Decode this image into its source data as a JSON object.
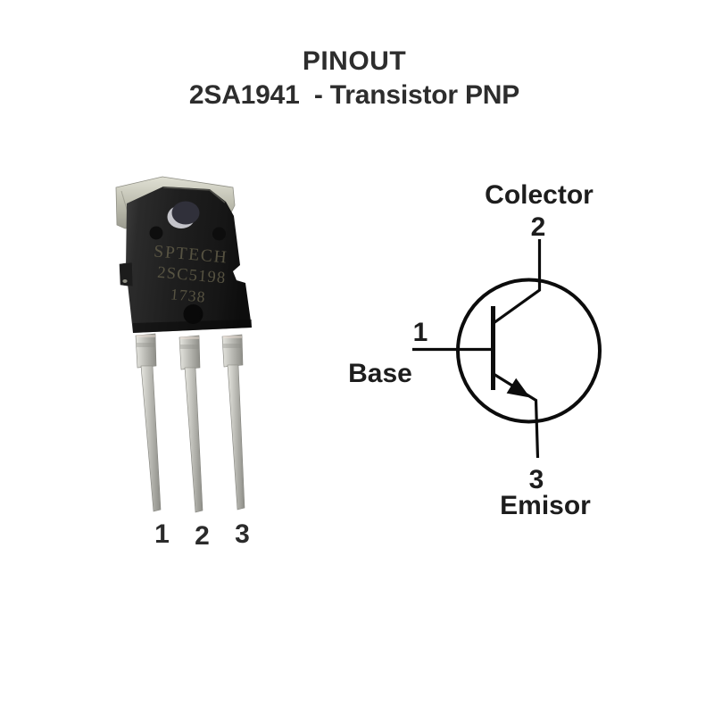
{
  "page": {
    "title_line1": "PINOUT",
    "title_line2": "2SA1941  - Transistor PNP"
  },
  "photo": {
    "markings": {
      "brand": "SPTECH",
      "part_number": "2SC5198",
      "date_code": "1738"
    },
    "pin_numbers": [
      "1",
      "2",
      "3"
    ]
  },
  "schematic": {
    "collector": {
      "number": "2",
      "label": "Colector"
    },
    "base": {
      "number": "1",
      "label": "Base"
    },
    "emitter": {
      "number": "3",
      "label": "Emisor"
    }
  },
  "colors": {
    "title_text": "#2d2d2d",
    "schematic_line": "#0c0c0c",
    "engraving": "#5a5644",
    "package_body": "#1c1c1c",
    "metal_tab": "#c9c9bd",
    "leg_metal": "#b5b5af",
    "background": "#ffffff"
  }
}
